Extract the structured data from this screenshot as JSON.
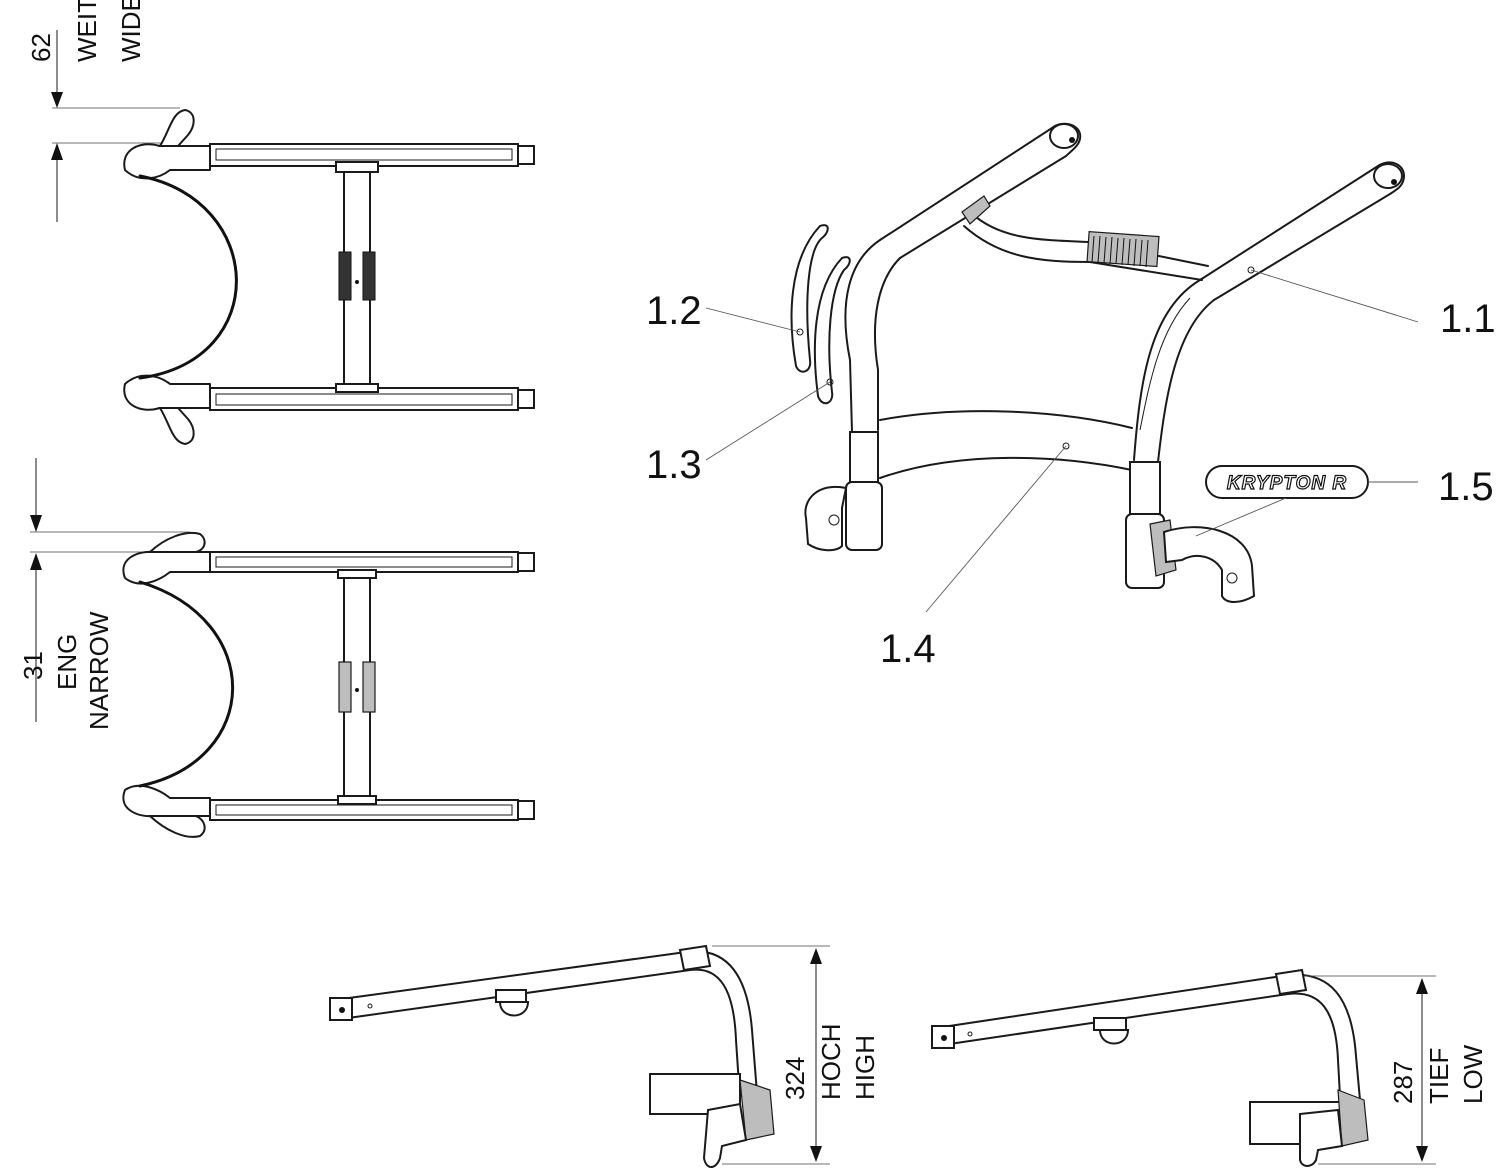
{
  "dimensions": {
    "wide": {
      "value": "62",
      "de": "WEIT",
      "en": "WIDE"
    },
    "narrow": {
      "value": "31",
      "de": "ENG",
      "en": "NARROW"
    },
    "high": {
      "value": "324",
      "de": "HOCH",
      "en": "HIGH"
    },
    "low": {
      "value": "287",
      "de": "TIEF",
      "en": "LOW"
    }
  },
  "parts": {
    "p11": "1.1",
    "p12": "1.2",
    "p13": "1.3",
    "p14": "1.4",
    "p15": "1.5"
  },
  "logo": "KRYPTON R",
  "colors": {
    "line": "#1a1a1a",
    "background": "#ffffff"
  }
}
